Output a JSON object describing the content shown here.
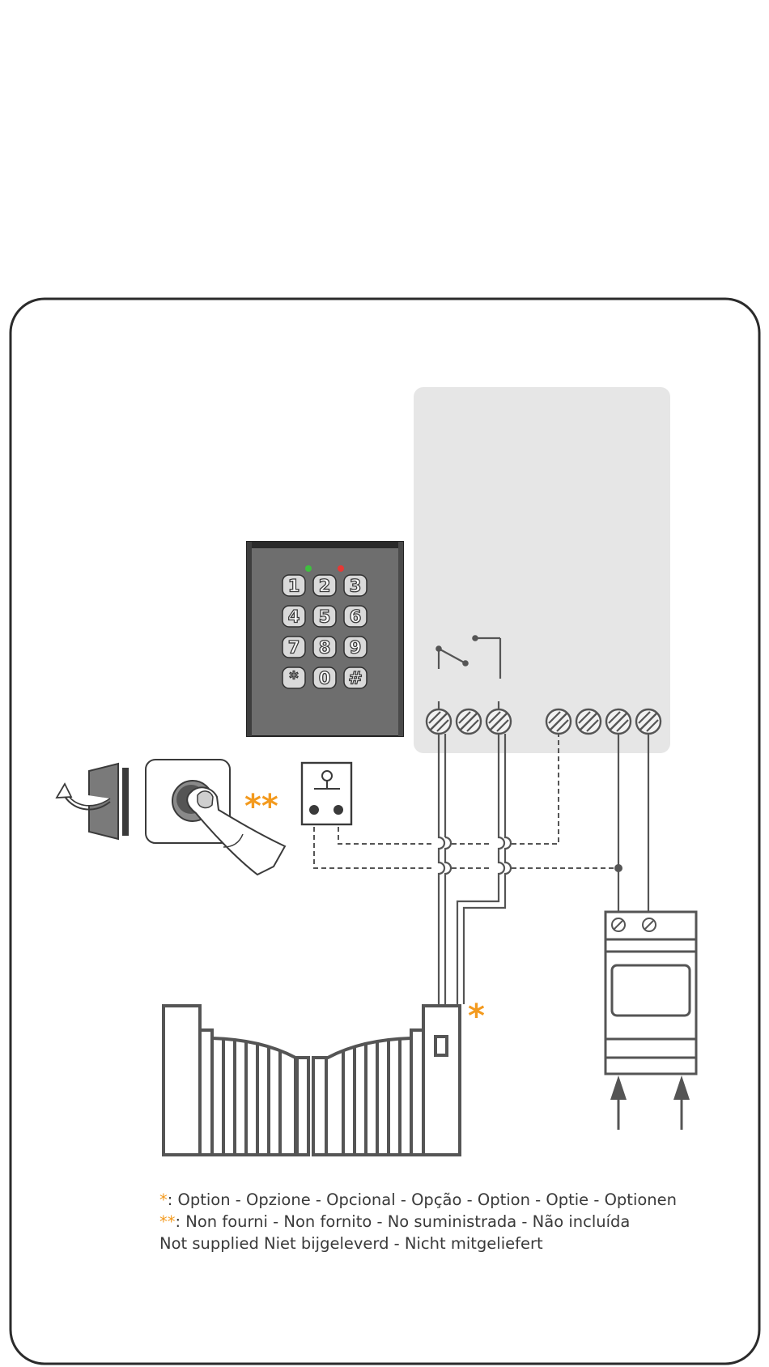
{
  "colors": {
    "frame": "#2b2b2b",
    "control_box": "#e6e6e6",
    "wire": "#555555",
    "accent_orange": "#f39a1e",
    "keypad_body": "#6e6e6e",
    "led_green": "#3fbf3f",
    "led_red": "#e53935"
  },
  "keypad": {
    "keys": [
      "1",
      "2",
      "3",
      "4",
      "5",
      "6",
      "7",
      "8",
      "9",
      "*",
      "0",
      "#"
    ]
  },
  "markers": {
    "option": "*",
    "not_supplied": "**"
  },
  "legend": {
    "line1_mark": "*",
    "line1_text": ": Option - Opzione - Opcional - Opção - Option - Optie - Optionen",
    "line2_mark": "**",
    "line2_text": ":  Non fourni - Non fornito - No suministrada - Não incluída",
    "line3_text": "Not supplied Niet bijgeleverd - Nicht mitgeliefert"
  },
  "icons": {
    "keypad": "keypad-icon",
    "push_button": "push-button-icon",
    "door": "door-icon",
    "power_supply": "power-supply-icon",
    "gate": "gate-icon",
    "relay": "relay-switch-icon",
    "terminal": "terminal-screw-icon"
  }
}
